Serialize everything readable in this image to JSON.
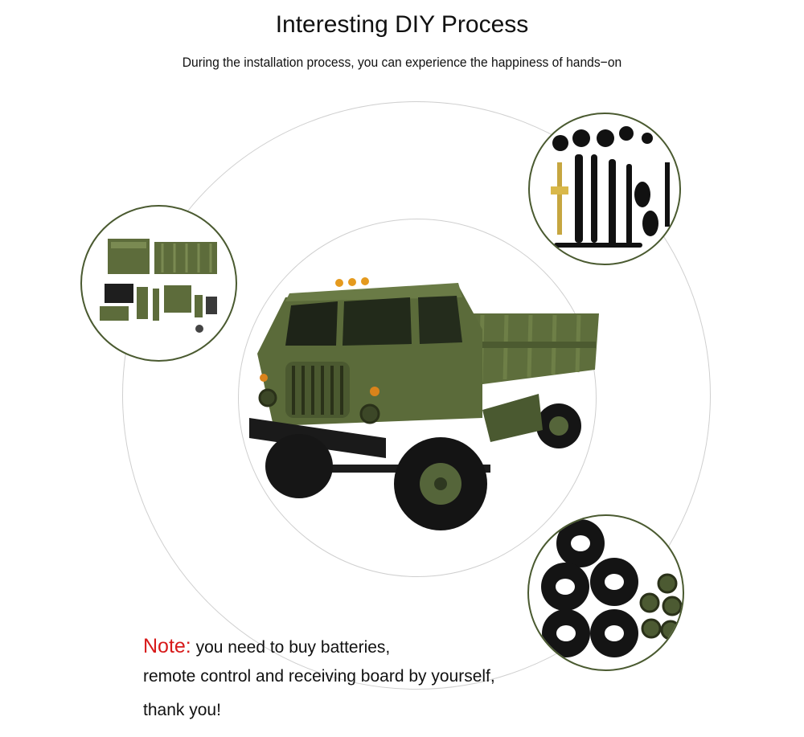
{
  "header": {
    "title": "Interesting DIY Process",
    "subtitle": "During the installation process, you can experience the happiness of hands−on"
  },
  "note": {
    "label": "Note:",
    "line1": " you need to buy batteries,",
    "line2": "remote control and receiving board by yourself,",
    "line3": "thank you!"
  },
  "colors": {
    "note_label": "#d71a1a",
    "truck_green": "#5b6b3a",
    "bubble_border": "#4a5a30"
  }
}
